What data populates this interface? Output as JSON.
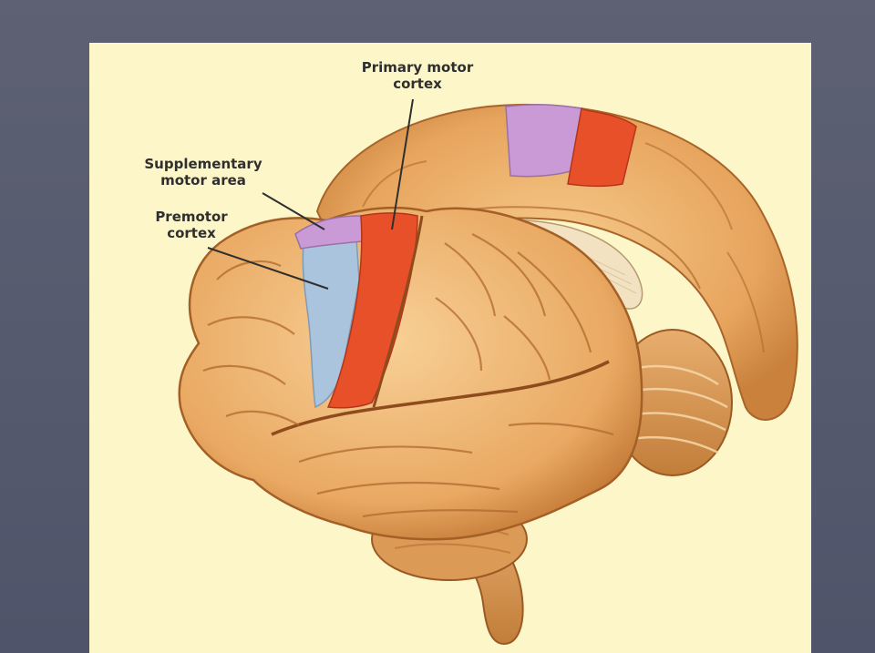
{
  "diagram": {
    "labels": {
      "primary_motor_cortex": [
        "Primary motor",
        "cortex"
      ],
      "supplementary_motor_area": [
        "Supplementary",
        "motor area"
      ],
      "premotor_cortex": [
        "Premotor",
        "cortex"
      ]
    }
  },
  "colors": {
    "slide_background": "#565a6b",
    "panel_background": "#fdf6c9",
    "brain_tissue": "#e8a860",
    "primary_motor_cortex": "#e8502a",
    "supplementary_motor_area": "#c99ad6",
    "premotor_cortex": "#a9c4dc"
  }
}
